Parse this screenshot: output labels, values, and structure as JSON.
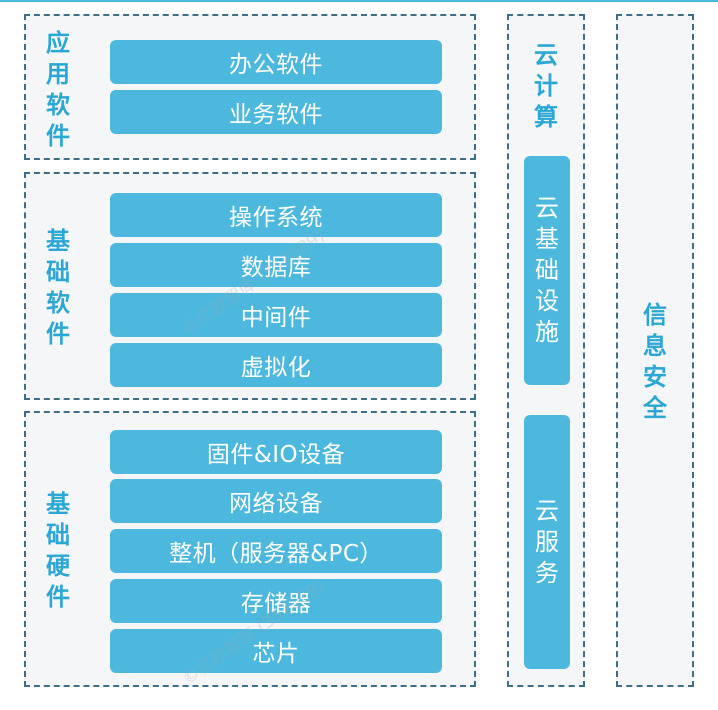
{
  "layers": {
    "app": {
      "label": [
        "应",
        "用",
        "软",
        "件"
      ],
      "items": [
        "办公软件",
        "业务软件"
      ]
    },
    "base_software": {
      "label": [
        "基",
        "础",
        "软",
        "件"
      ],
      "items": [
        "操作系统",
        "数据库",
        "中间件",
        "虚拟化"
      ]
    },
    "base_hardware": {
      "label": [
        "基",
        "础",
        "硬",
        "件"
      ],
      "items": [
        "固件&IO设备",
        "网络设备",
        "整机（服务器&PC）",
        "存储器",
        "芯片"
      ]
    }
  },
  "cloud": {
    "label": [
      "云",
      "计",
      "算"
    ],
    "infrastructure": [
      "云",
      "基",
      "础",
      "设",
      "施"
    ],
    "service": [
      "云",
      "服",
      "务"
    ]
  },
  "security": {
    "label": [
      "信",
      "息",
      "安",
      "全"
    ]
  },
  "watermark": "©亿欧智库 (352089)",
  "colors": {
    "bar": "#4db8dd",
    "label": "#2aa7d4",
    "border": "#3f6f86",
    "panel": "#f4f6f8"
  }
}
